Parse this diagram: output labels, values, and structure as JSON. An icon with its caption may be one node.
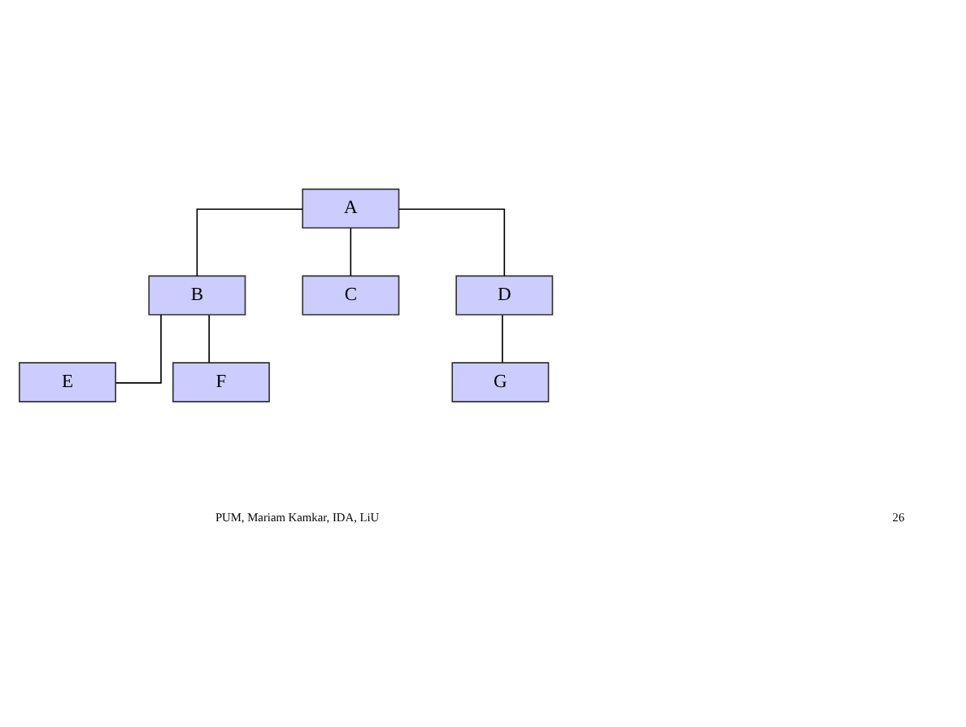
{
  "diagram": {
    "nodes": [
      {
        "text": [
          "A"
        ]
      },
      {
        "text": [
          "B"
        ]
      },
      {
        "text": [
          "C"
        ]
      },
      {
        "text": [
          "D"
        ]
      },
      {
        "text": [
          "E"
        ]
      },
      {
        "text": [
          "F"
        ]
      },
      {
        "text": [
          "G"
        ]
      }
    ],
    "edges": [
      {
        "from": 0,
        "to": 1,
        "arrow": "none"
      },
      {
        "from": 0,
        "to": 2,
        "arrow": "none"
      },
      {
        "from": 0,
        "to": 3,
        "arrow": "none"
      },
      {
        "from": 1,
        "to": 4,
        "arrow": "none"
      },
      {
        "from": 1,
        "to": 5,
        "arrow": "none"
      },
      {
        "from": 3,
        "to": 6,
        "arrow": "none"
      }
    ],
    "labels": [
      "PUM, Mariam Kamkar, IDA, LiU",
      "26"
    ]
  }
}
